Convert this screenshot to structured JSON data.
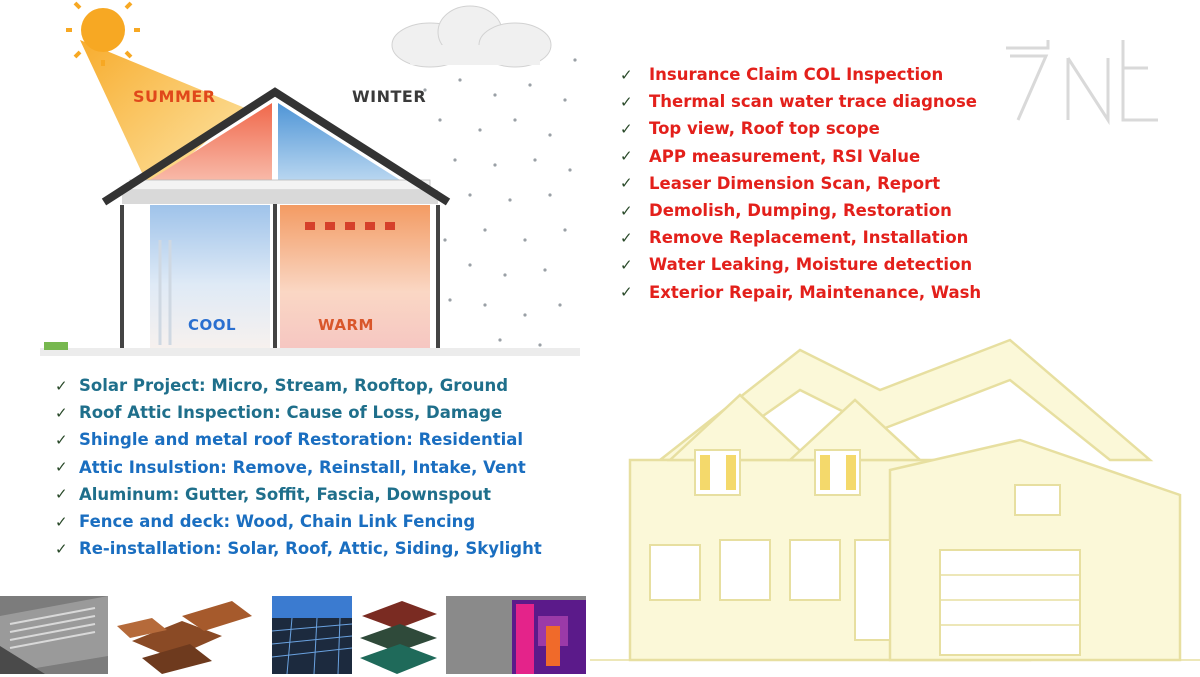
{
  "diagram": {
    "season_left": "SUMMER",
    "season_right": "WINTER",
    "room_left": "COOL",
    "room_right": "WARM",
    "colors": {
      "summer": "#e0481b",
      "winter": "#3a3a3a",
      "cool": "#2a6fd0",
      "warm": "#d9562a",
      "sun": "#f7a823"
    }
  },
  "left_list": {
    "items": [
      {
        "text": "Solar Project: Micro, Stream, Rooftop, Ground",
        "color": "#1f6f8b"
      },
      {
        "text": "Roof Attic Inspection: Cause of Loss, Damage",
        "color": "#1f6f8b"
      },
      {
        "text": "Shingle and metal roof Restoration: Residential",
        "color": "#1a6ec0"
      },
      {
        "text": "Attic Insulstion: Remove, Reinstall, Intake, Vent",
        "color": "#1a6ec0"
      },
      {
        "text": "Aluminum: Gutter, Soffit, Fascia, Downspout",
        "color": "#1f6f8b"
      },
      {
        "text": "Fence and deck: Wood, Chain Link Fencing",
        "color": "#1a6ec0"
      },
      {
        "text": "Re-installation: Solar, Roof, Attic, Siding, Skylight",
        "color": "#1a6ec0"
      }
    ]
  },
  "right_list": {
    "items": [
      "Insurance Claim COL Inspection",
      "Thermal scan water trace diagnose",
      "Top view, Roof top scope",
      "APP measurement, RSI Value",
      "Leaser Dimension Scan, Report",
      "Demolish, Dumping, Restoration",
      "Remove Replacement, Installation",
      "Water Leaking, Moisture detection",
      "Exterior Repair, Maintenance, Wash"
    ],
    "color": "#e3201b"
  },
  "check_glyph": "✓",
  "icons": {
    "sun": "sun-icon",
    "cloud": "cloud-icon",
    "logo": "company-logo-icon",
    "house": "house-sketch-icon"
  }
}
